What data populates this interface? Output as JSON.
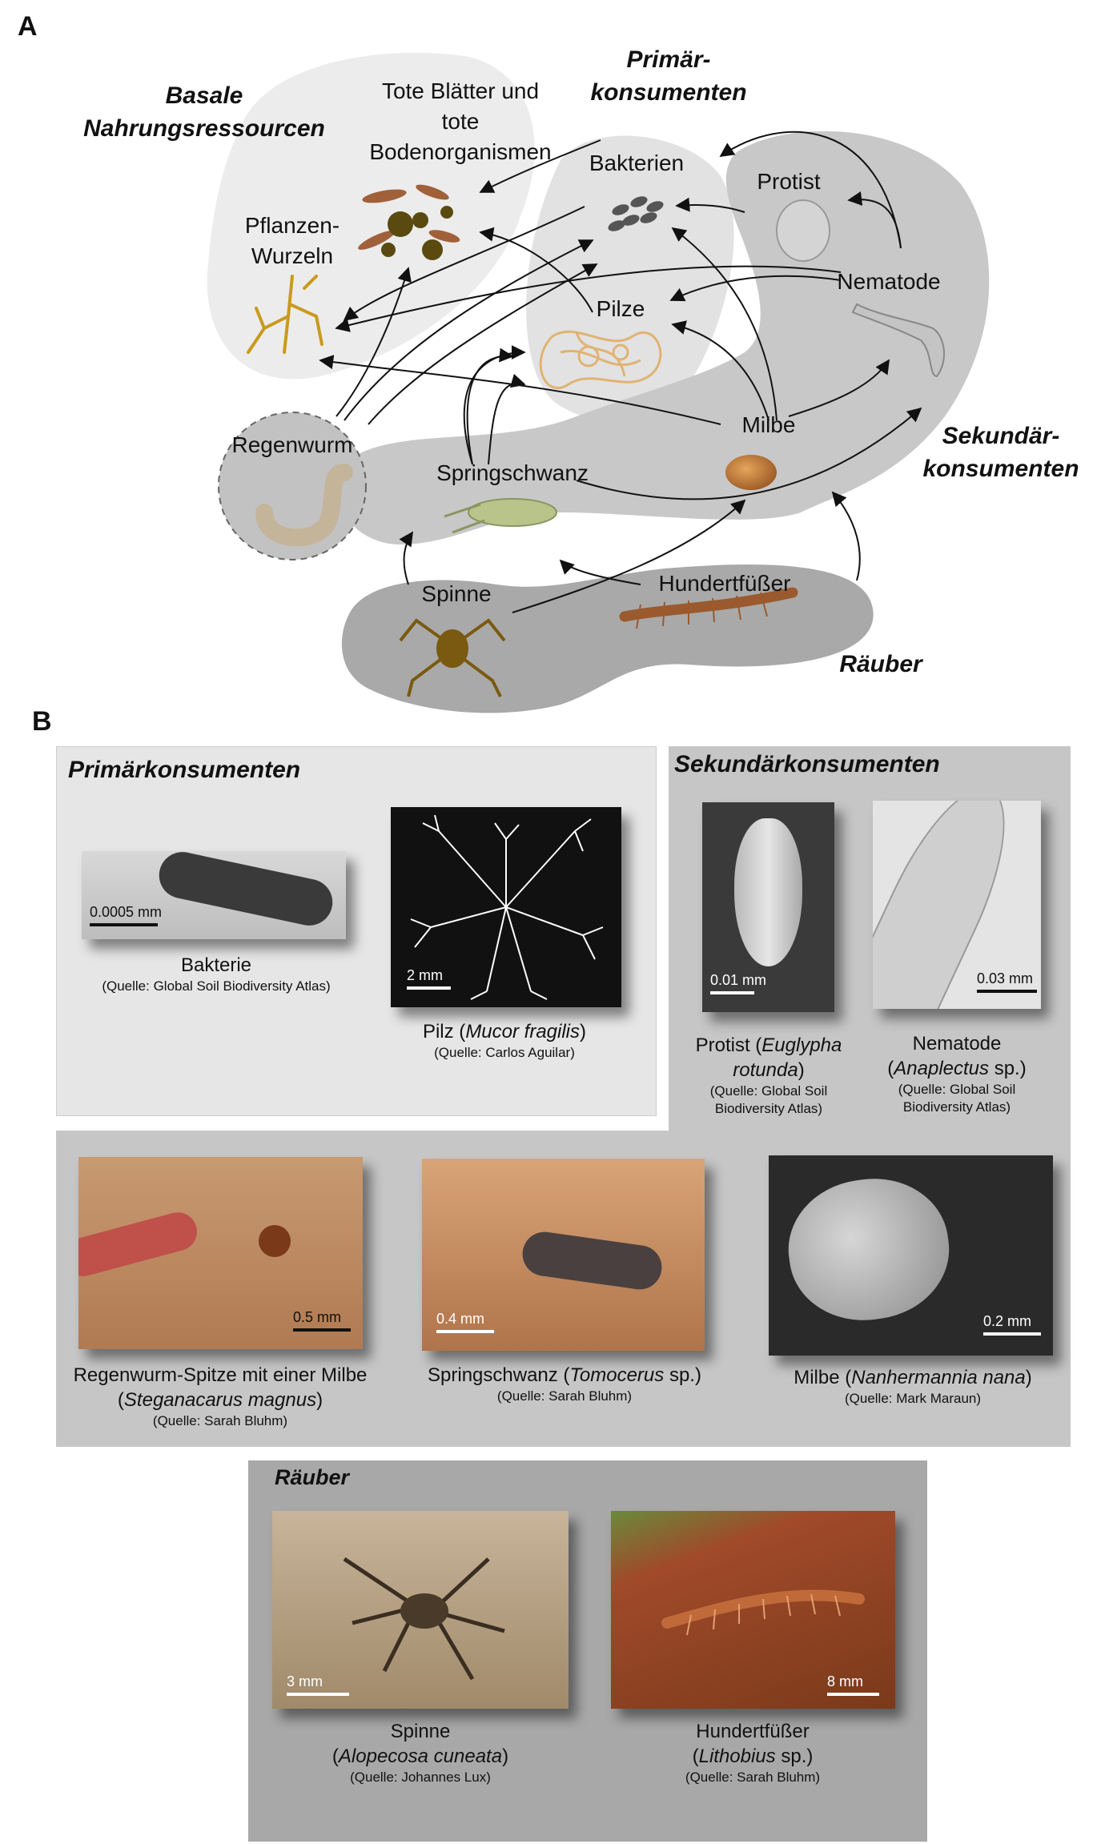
{
  "panel_a": {
    "letter": "A",
    "groups": {
      "basal_line1": "Basale",
      "basal_line2": "Nahrungsressourcen",
      "primary_line1": "Primär-",
      "primary_line2": "konsumenten",
      "secondary_line1": "Sekundär-",
      "secondary_line2": "konsumenten",
      "predators": "Räuber"
    },
    "nodes": {
      "dead_line1": "Tote Blätter und",
      "dead_line2": "tote",
      "dead_line3": "Bodenorganismen",
      "roots_line1": "Pflanzen-",
      "roots_line2": "Wurzeln",
      "bacteria": "Bakterien",
      "fungi": "Pilze",
      "protist": "Protist",
      "nematode": "Nematode",
      "mite": "Milbe",
      "earthworm": "Regenwurm",
      "springtail": "Springschwanz",
      "spider": "Spinne",
      "centipede": "Hundertfüßer"
    }
  },
  "panel_b": {
    "letter": "B",
    "sections": {
      "primary": "Primärkonsumenten",
      "secondary": "Sekundärkonsumenten",
      "predators": "Räuber"
    },
    "items": {
      "bacteria": {
        "name": "Bakterie",
        "source": "(Quelle: Global Soil Biodiversity Atlas)",
        "scale": "0.0005 mm"
      },
      "fungus": {
        "name_pre": "Pilz (",
        "name_species": "Mucor fragilis",
        "name_post": ")",
        "source": "(Quelle: Carlos Aguilar)",
        "scale": "2 mm"
      },
      "protist": {
        "name_pre": "Protist (",
        "name_species1": "Euglypha",
        "name_species2": "rotunda",
        "name_post": ")",
        "source_line1": "(Quelle: Global Soil",
        "source_line2": "Biodiversity Atlas)",
        "scale": "0.01 mm"
      },
      "nematode": {
        "name_line1": "Nematode",
        "name_pre": "(",
        "name_species": "Anaplectus",
        "name_post": " sp.)",
        "source_line1": "(Quelle: Global Soil",
        "source_line2": "Biodiversity Atlas)",
        "scale": "0.03 mm"
      },
      "earthworm": {
        "name_line1": "Regenwurm-Spitze mit einer Milbe",
        "name_pre": "(",
        "name_species": "Steganacarus magnus",
        "name_post": ")",
        "source": "(Quelle: Sarah Bluhm)",
        "scale": "0.5 mm"
      },
      "springtail": {
        "name_pre": "Springschwanz (",
        "name_species": "Tomocerus",
        "name_post": " sp.)",
        "source": "(Quelle: Sarah Bluhm)",
        "scale": "0.4 mm"
      },
      "mite": {
        "name_pre": "Milbe (",
        "name_species": "Nanhermannia nana",
        "name_post": ")",
        "source": "(Quelle: Mark Maraun)",
        "scale": "0.2 mm"
      },
      "spider": {
        "name_line1": "Spinne",
        "name_pre": "(",
        "name_species": "Alopecosa cuneata",
        "name_post": ")",
        "source": "(Quelle: Johannes Lux)",
        "scale": "3 mm"
      },
      "centipede": {
        "name_line1": "Hundertfüßer",
        "name_pre": "(",
        "name_species": "Lithobius",
        "name_post": " sp.)",
        "source": "(Quelle: Sarah Bluhm)",
        "scale": "8 mm"
      }
    }
  },
  "colors": {
    "basal_blob": "#ececec",
    "primary_blob": "#e0e0e0",
    "secondary_blob": "#c8c8c8",
    "predator_blob": "#a9a9a9",
    "box_primary": "#e6e6e6",
    "box_secondary": "#c6c6c6",
    "box_predator": "#a8a8a8",
    "root": "#c99a1d",
    "fungus": "#e0b373",
    "dead_leaf": "#a0603a",
    "dead_ball": "#5a4a10",
    "springtail": "#b8c48a",
    "mite": "#c07a3a",
    "spider": "#7a5a10",
    "centipede": "#9a5a2e",
    "earthworm": "#c4b49a"
  }
}
